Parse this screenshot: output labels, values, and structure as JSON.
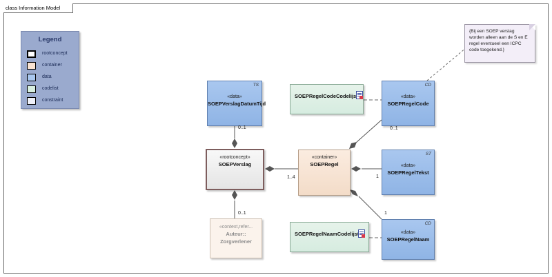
{
  "frame": {
    "title": "class Information Model"
  },
  "legend": {
    "title": "Legend",
    "items": [
      {
        "label": "rootconcept",
        "color": "#ffffff"
      },
      {
        "label": "container",
        "color": "#f9e3d2"
      },
      {
        "label": "data",
        "color": "#a9c7ef"
      },
      {
        "label": "codelist",
        "color": "#d8efe0"
      },
      {
        "label": "constraint",
        "color": "#eef0f8"
      }
    ]
  },
  "elements": {
    "verslag_datum_tijd": {
      "stereotype": "«data»",
      "name": "SOEPVerslagDatumTijd",
      "type": "TS"
    },
    "soep_verslag": {
      "stereotype": "«rootconcept»",
      "name": "SOEPVerslag"
    },
    "soep_regel": {
      "stereotype": "«container»",
      "name": "SOEPRegel"
    },
    "regel_code": {
      "stereotype": "«data»",
      "name": "SOEPRegelCode",
      "type": "CD"
    },
    "regel_tekst": {
      "stereotype": "«data»",
      "name": "SOEPRegelTekst",
      "type": "ST"
    },
    "regel_naam": {
      "stereotype": "«data»",
      "name": "SOEPRegelNaam",
      "type": "CD"
    },
    "code_codelijst": {
      "name": "SOEPRegelCodeCodelijst"
    },
    "naam_codelijst": {
      "name": "SOEPRegelNaamCodelijst"
    },
    "auteur": {
      "stereotype": "«context,refer...",
      "name_line1": "Auteur::",
      "name_line2": "Zorgverlener"
    }
  },
  "note": {
    "lines": [
      "{Bij een SOEP verslag",
      "worden alleen aan de S en E",
      "regel eventueel een ICPC",
      "code toegekend.}"
    ]
  },
  "multiplicities": {
    "datumtijd": "0..1",
    "regel": "1..4",
    "code": "0..1",
    "tekst": "1",
    "naam": "1",
    "auteur": "0..1"
  }
}
